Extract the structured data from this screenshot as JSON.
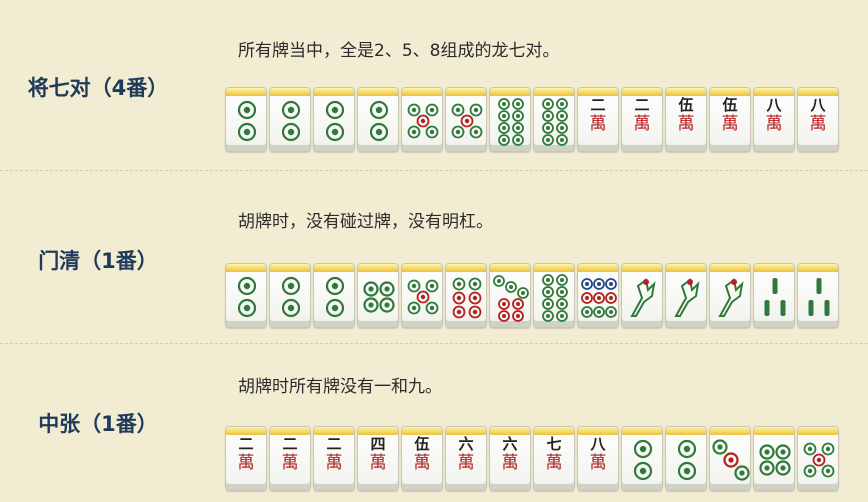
{
  "sections": [
    {
      "title": "将七对（4番）",
      "desc": "所有牌当中，全是2、5、8组成的龙七对。",
      "tiles": [
        {
          "kind": "dots",
          "n": 2
        },
        {
          "kind": "dots",
          "n": 2
        },
        {
          "kind": "dots",
          "n": 2
        },
        {
          "kind": "dots",
          "n": 2
        },
        {
          "kind": "dots",
          "n": 5
        },
        {
          "kind": "dots",
          "n": 5
        },
        {
          "kind": "dots",
          "n": 8
        },
        {
          "kind": "dots",
          "n": 8
        },
        {
          "kind": "wan",
          "num": "二"
        },
        {
          "kind": "wan",
          "num": "二"
        },
        {
          "kind": "wan",
          "num": "伍"
        },
        {
          "kind": "wan",
          "num": "伍"
        },
        {
          "kind": "wan",
          "num": "八"
        },
        {
          "kind": "wan",
          "num": "八"
        }
      ]
    },
    {
      "title": "门清（1番）",
      "desc": "胡牌时，没有碰过牌，没有明杠。",
      "tiles": [
        {
          "kind": "dots",
          "n": 2
        },
        {
          "kind": "dots",
          "n": 2
        },
        {
          "kind": "dots",
          "n": 2
        },
        {
          "kind": "dots",
          "n": 4
        },
        {
          "kind": "dots",
          "n": 5
        },
        {
          "kind": "dots",
          "n": 6
        },
        {
          "kind": "dots",
          "n": 7
        },
        {
          "kind": "dots",
          "n": 8
        },
        {
          "kind": "dots",
          "n": 9
        },
        {
          "kind": "bird"
        },
        {
          "kind": "bird"
        },
        {
          "kind": "bird"
        },
        {
          "kind": "bamboo",
          "n": 3
        },
        {
          "kind": "bamboo",
          "n": 3
        }
      ]
    },
    {
      "title": "中张（1番）",
      "desc": "胡牌时所有牌没有一和九。",
      "tiles": [
        {
          "kind": "wan",
          "num": "二"
        },
        {
          "kind": "wan",
          "num": "二"
        },
        {
          "kind": "wan",
          "num": "二"
        },
        {
          "kind": "wan",
          "num": "四"
        },
        {
          "kind": "wan",
          "num": "伍"
        },
        {
          "kind": "wan",
          "num": "六"
        },
        {
          "kind": "wan",
          "num": "六"
        },
        {
          "kind": "wan",
          "num": "七"
        },
        {
          "kind": "wan",
          "num": "八"
        },
        {
          "kind": "dots",
          "n": 2
        },
        {
          "kind": "dots",
          "n": 2
        },
        {
          "kind": "dots",
          "n": 3
        },
        {
          "kind": "dots",
          "n": 4
        },
        {
          "kind": "dots",
          "n": 5
        }
      ]
    }
  ],
  "tile_char": "萬",
  "colors": {
    "title": "#1f3a5a",
    "dot_green": "#2f7a3b",
    "dot_red": "#b42020",
    "dot_blue": "#234a8a"
  }
}
